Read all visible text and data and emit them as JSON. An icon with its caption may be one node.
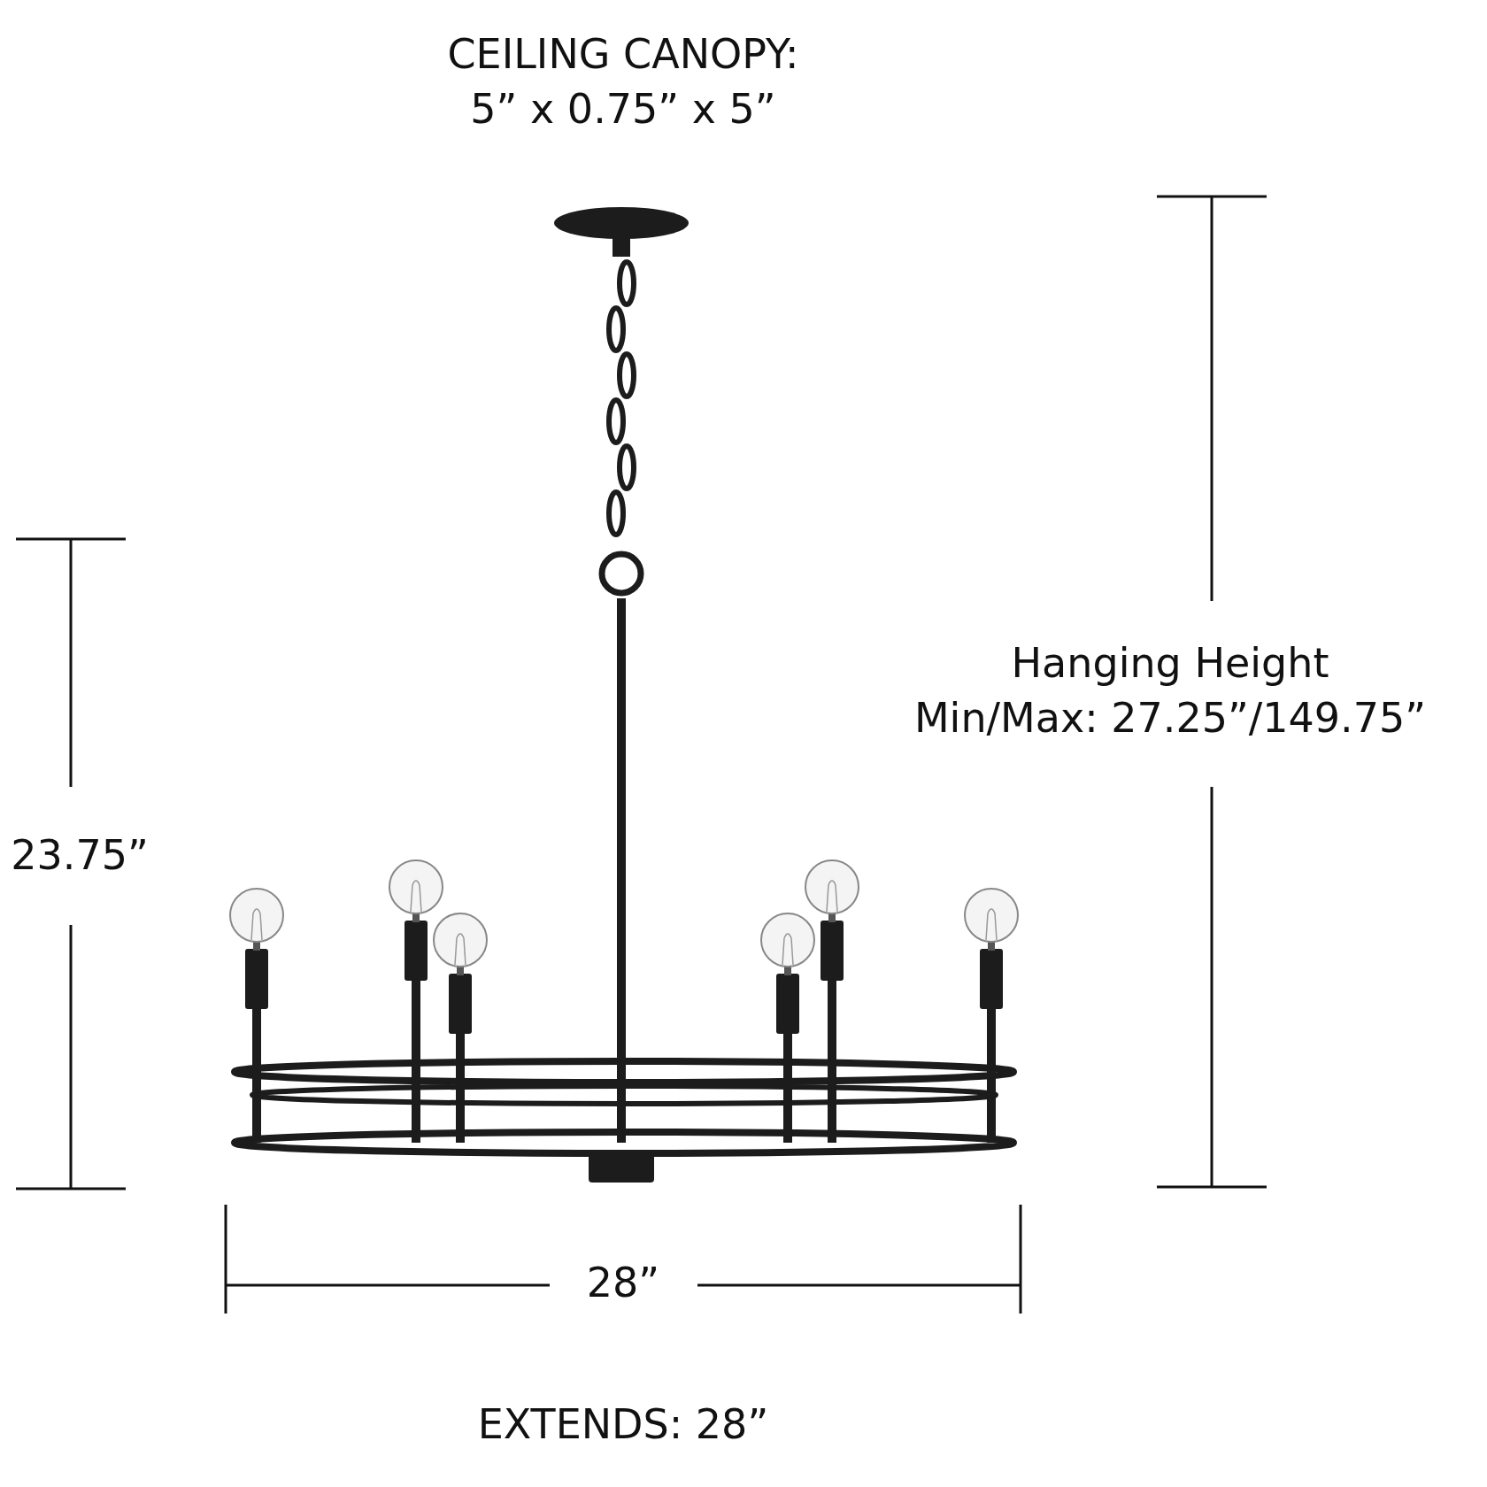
{
  "diagram": {
    "labels": [
      "CEILING CANOPY: 5” x 0.75” x 5”",
      "Hanging Height Min/Max: 27.25”/149.75”",
      "23.75”",
      "28”",
      "EXTENDS: 28”"
    ]
  }
}
